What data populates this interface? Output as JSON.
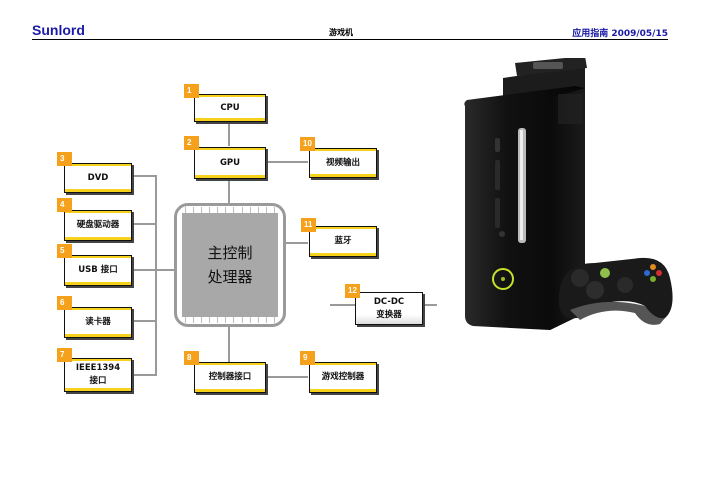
{
  "header": {
    "brand": "Sunlord",
    "title": "游戏机",
    "meta": "应用指南 2009/05/15"
  },
  "diagram": {
    "core": {
      "line1": "主控制",
      "line2": "处理器"
    },
    "blocks": [
      {
        "id": 1,
        "badge": "1",
        "line1": "CPU",
        "line2": ""
      },
      {
        "id": 2,
        "badge": "2",
        "line1": "GPU",
        "line2": ""
      },
      {
        "id": 3,
        "badge": "3",
        "line1": "DVD",
        "line2": ""
      },
      {
        "id": 4,
        "badge": "4",
        "line1": "硬盘驱动器",
        "line2": ""
      },
      {
        "id": 5,
        "badge": "5",
        "line1": "USB  接口",
        "line2": ""
      },
      {
        "id": 6,
        "badge": "6",
        "line1": "读卡器",
        "line2": ""
      },
      {
        "id": 7,
        "badge": "7",
        "line1": "IEEE1394",
        "line2": "接口"
      },
      {
        "id": 8,
        "badge": "8",
        "line1": "控制器接口",
        "line2": ""
      },
      {
        "id": 9,
        "badge": "9",
        "line1": "游戏控制器",
        "line2": ""
      },
      {
        "id": 10,
        "badge": "10",
        "line1": "视频输出",
        "line2": ""
      },
      {
        "id": 11,
        "badge": "11",
        "line1": "蓝牙",
        "line2": ""
      },
      {
        "id": 12,
        "badge": "12",
        "line1": "DC-DC",
        "line2": "变换器"
      }
    ],
    "colors": {
      "badge": "#f6a11b",
      "accent_bar": "#f6d21a",
      "brand": "#1a1aa6",
      "core": "#a8a8a8"
    }
  },
  "image": {
    "alt": "game-console-with-controller"
  }
}
